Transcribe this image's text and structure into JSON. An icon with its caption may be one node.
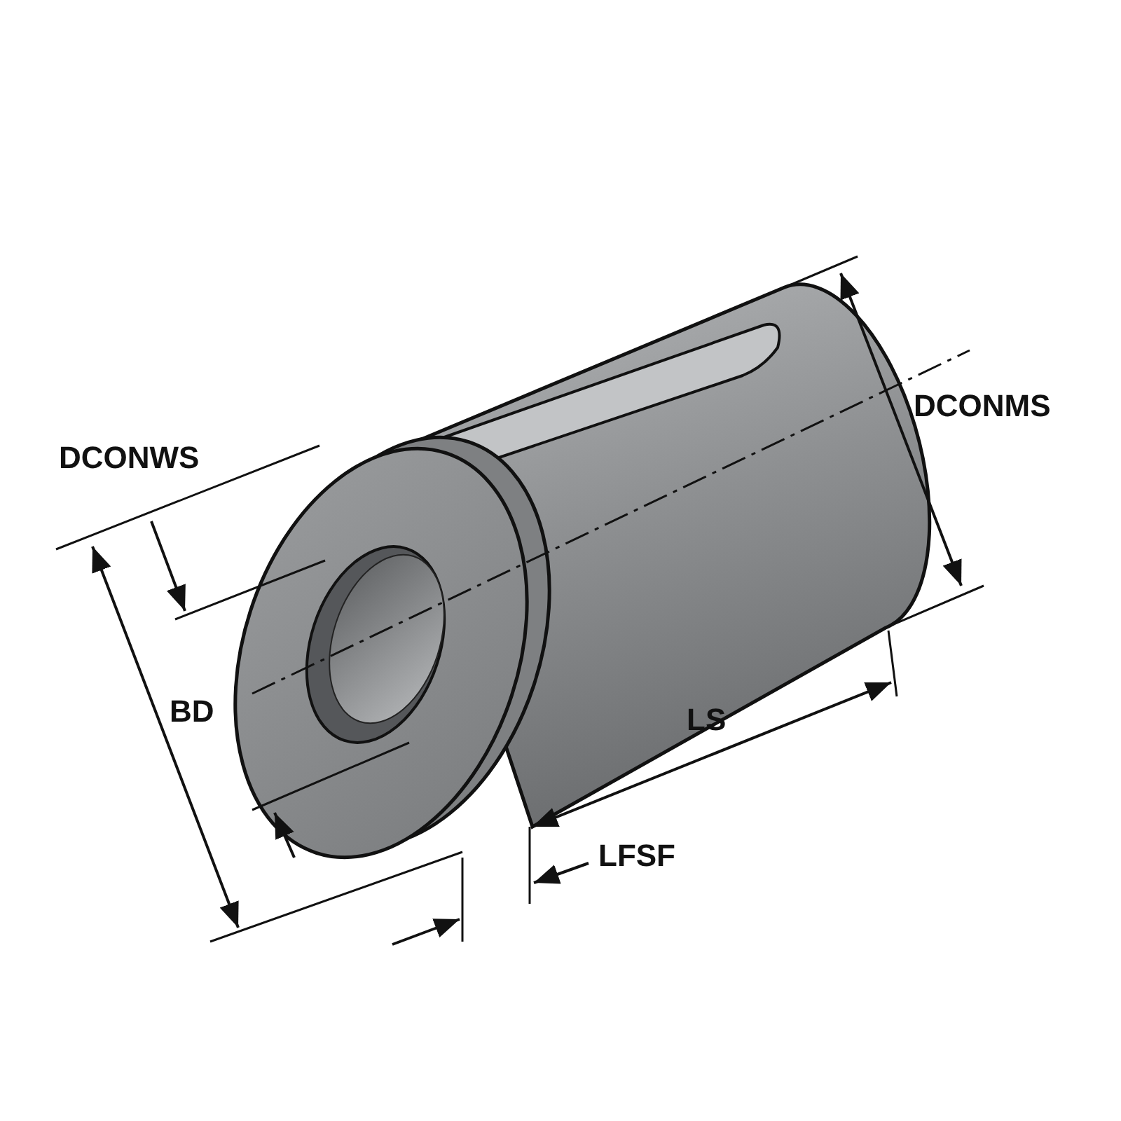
{
  "diagram": {
    "labels": [
      "DCONWS",
      "DCONMS",
      "BD",
      "LS",
      "LFSF"
    ]
  }
}
